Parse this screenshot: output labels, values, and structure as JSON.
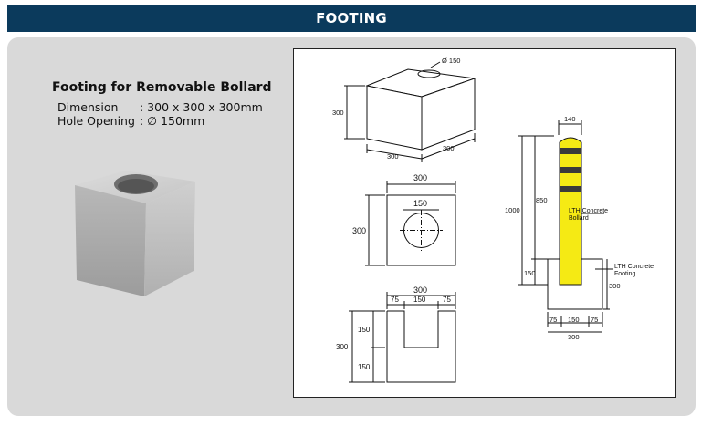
{
  "header": {
    "title": "FOOTING"
  },
  "product": {
    "title": "Footing for Removable Bollard",
    "specs": [
      {
        "label": "Dimension",
        "value": ": 300 x 300 x 300mm"
      },
      {
        "label": "Hole Opening",
        "value": ": ∅ 150mm"
      }
    ]
  },
  "drawing": {
    "iso": {
      "hole": "Ø 150",
      "height": "300",
      "width": "300",
      "depth": "300"
    },
    "plan": {
      "width": "300",
      "height": "300",
      "hole": "150"
    },
    "section": {
      "width": "300",
      "left": "75",
      "mid": "150",
      "right": "75",
      "total": "300",
      "upper": "150",
      "lower": "150"
    },
    "bollard": {
      "top": "140",
      "total": "1000",
      "above": "850",
      "embed": "150",
      "bollard_label_1": "LTH Concrete",
      "bollard_label_2": "Bollard",
      "footing_label_1": "LTH Concrete",
      "footing_label_2": "Footing",
      "footing_h": "300",
      "bottom_left": "75",
      "bottom_mid": "150",
      "bottom_right": "75",
      "bottom_total": "300"
    }
  },
  "colors": {
    "banner": "#0b3a5c",
    "bollard": "#f5ea14",
    "stripe": "#3a3a3a"
  }
}
